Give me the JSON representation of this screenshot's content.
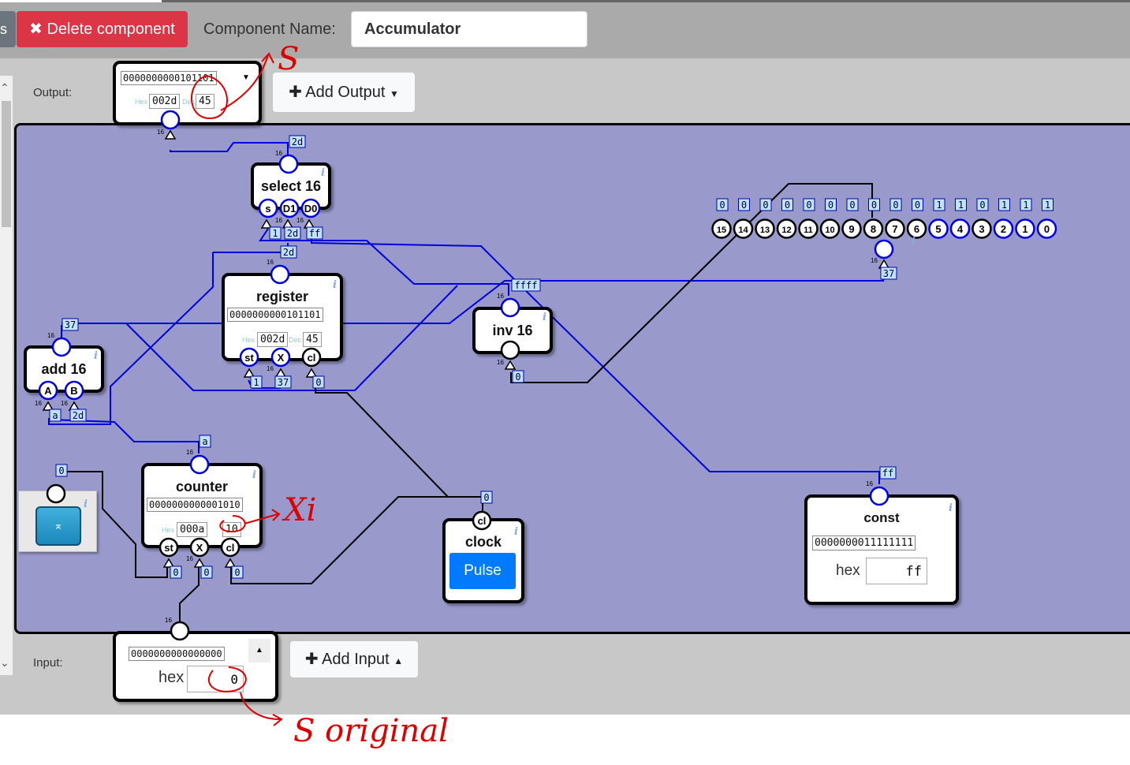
{
  "toolbar": {
    "left_stub": "s",
    "delete_label": "✖ Delete component",
    "component_name_label": "Component Name:",
    "component_name_value": "Accumulator"
  },
  "output": {
    "label": "Output:",
    "binary": "0000000000101101",
    "hex_label": "Hex",
    "hex": "002d",
    "dec_label": "Dec",
    "dec": "45",
    "add_label": "✚ Add Output"
  },
  "input": {
    "label": "Input:",
    "binary": "0000000000000000",
    "hex_label": "hex",
    "hex": "0",
    "add_label": "✚ Add Input"
  },
  "components": {
    "select": {
      "title": "select 16",
      "pins": [
        "s",
        "D1",
        "D0"
      ],
      "out_val": "2d",
      "in_vals": [
        "1",
        "2d",
        "ff"
      ]
    },
    "register": {
      "title": "register",
      "binary": "0000000000101101",
      "hex_label": "Hex",
      "hex": "002d",
      "dec_label": "Dec",
      "dec": "45",
      "pins": [
        "st",
        "X",
        "cl"
      ],
      "out_val": "2d",
      "in_vals": [
        "1",
        "37",
        "0"
      ]
    },
    "add": {
      "title": "add 16",
      "pins": [
        "A",
        "B"
      ],
      "out_val": "37",
      "in_vals": [
        "a",
        "2d"
      ]
    },
    "inv": {
      "title": "inv 16",
      "out_val": "ffff",
      "in_val": "0"
    },
    "counter": {
      "title": "counter",
      "binary": "0000000000001010",
      "hex_label": "Hex",
      "hex": "000a",
      "dec": "10",
      "pins": [
        "st",
        "X",
        "cl"
      ],
      "out_val": "a",
      "in_vals": [
        "0",
        "0",
        "0"
      ]
    },
    "clock": {
      "title": "clock",
      "pin": "cl",
      "pulse_label": "Pulse",
      "out_val": "0"
    },
    "const": {
      "title": "const",
      "binary": "0000000011111111",
      "hex_label": "hex",
      "hex": "ff",
      "out_val": "ff"
    },
    "key": {
      "out_val": "0",
      "symbol": "⌅"
    },
    "splitter": {
      "bit_labels": [
        "15",
        "14",
        "13",
        "12",
        "11",
        "10",
        "9",
        "8",
        "7",
        "6",
        "5",
        "4",
        "3",
        "2",
        "1",
        "0"
      ],
      "bit_values": [
        "0",
        "0",
        "0",
        "0",
        "0",
        "0",
        "0",
        "0",
        "0",
        "0",
        "1",
        "1",
        "0",
        "1",
        "1",
        "1"
      ],
      "in_val": "37"
    },
    "bus_width": "16",
    "info_glyph": "i"
  },
  "annotations": {
    "s_top": "S",
    "xi": "Xi",
    "s_original": "S original"
  },
  "colors": {
    "workspace": "#9999cc",
    "wire_bus": "#0000dd",
    "wire_bit": "#000000",
    "annotation": "#dd0000",
    "delete": "#dc3545",
    "pulse": "#007bff"
  }
}
